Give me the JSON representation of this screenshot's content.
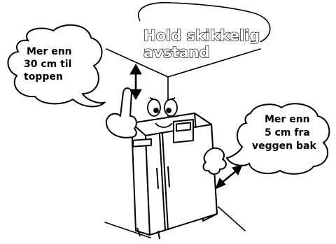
{
  "title": {
    "line1": "Hold skikkelig",
    "line2": "avstand"
  },
  "top_bubble": {
    "line1": "Mer enn",
    "line2": "30 cm til",
    "line3": "toppen"
  },
  "right_bubble": {
    "line1": "Mer enn",
    "line2": "5 cm fra",
    "line3": "veggen bak"
  },
  "colors": {
    "ink": "#000000",
    "paper": "#ffffff"
  }
}
